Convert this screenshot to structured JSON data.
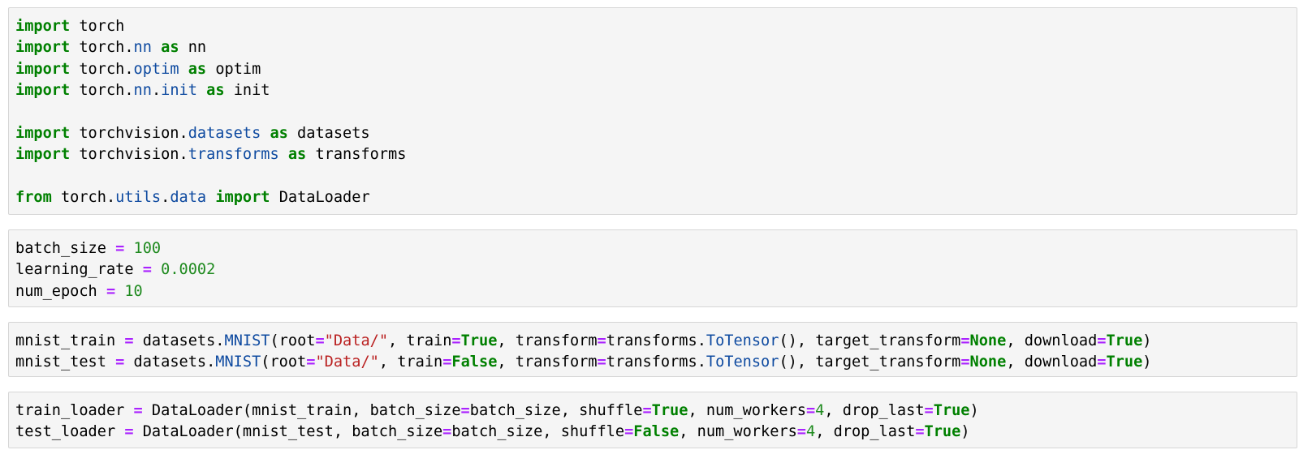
{
  "colors": {
    "cell_background": "#f5f5f5",
    "cell_border": "#d6d6d6",
    "keyword": "#008000",
    "module": "#0e4aa0",
    "operator": "#aa22ff",
    "number": "#1f8a1f",
    "string": "#ba2121",
    "text": "#000000"
  },
  "cells": [
    {
      "lines": [
        [
          [
            "kw",
            "import"
          ],
          [
            "plain",
            " torch"
          ]
        ],
        [
          [
            "kw",
            "import"
          ],
          [
            "plain",
            " torch."
          ],
          [
            "mod",
            "nn"
          ],
          [
            "plain",
            " "
          ],
          [
            "kw",
            "as"
          ],
          [
            "plain",
            " nn"
          ]
        ],
        [
          [
            "kw",
            "import"
          ],
          [
            "plain",
            " torch."
          ],
          [
            "mod",
            "optim"
          ],
          [
            "plain",
            " "
          ],
          [
            "kw",
            "as"
          ],
          [
            "plain",
            " optim"
          ]
        ],
        [
          [
            "kw",
            "import"
          ],
          [
            "plain",
            " torch."
          ],
          [
            "mod",
            "nn"
          ],
          [
            "plain",
            "."
          ],
          [
            "mod",
            "init"
          ],
          [
            "plain",
            " "
          ],
          [
            "kw",
            "as"
          ],
          [
            "plain",
            " init"
          ]
        ],
        [],
        [
          [
            "kw",
            "import"
          ],
          [
            "plain",
            " torchvision."
          ],
          [
            "mod",
            "datasets"
          ],
          [
            "plain",
            " "
          ],
          [
            "kw",
            "as"
          ],
          [
            "plain",
            " datasets"
          ]
        ],
        [
          [
            "kw",
            "import"
          ],
          [
            "plain",
            " torchvision."
          ],
          [
            "mod",
            "transforms"
          ],
          [
            "plain",
            " "
          ],
          [
            "kw",
            "as"
          ],
          [
            "plain",
            " transforms"
          ]
        ],
        [],
        [
          [
            "kw",
            "from"
          ],
          [
            "plain",
            " torch."
          ],
          [
            "mod",
            "utils"
          ],
          [
            "plain",
            "."
          ],
          [
            "mod",
            "data"
          ],
          [
            "plain",
            " "
          ],
          [
            "kw",
            "import"
          ],
          [
            "plain",
            " DataLoader"
          ]
        ]
      ]
    },
    {
      "lines": [
        [
          [
            "plain",
            "batch_size "
          ],
          [
            "op",
            "="
          ],
          [
            "plain",
            " "
          ],
          [
            "num",
            "100"
          ]
        ],
        [
          [
            "plain",
            "learning_rate "
          ],
          [
            "op",
            "="
          ],
          [
            "plain",
            " "
          ],
          [
            "num",
            "0.0002"
          ]
        ],
        [
          [
            "plain",
            "num_epoch "
          ],
          [
            "op",
            "="
          ],
          [
            "plain",
            " "
          ],
          [
            "num",
            "10"
          ]
        ]
      ]
    },
    {
      "lines": [
        [
          [
            "plain",
            "mnist_train "
          ],
          [
            "op",
            "="
          ],
          [
            "plain",
            " datasets."
          ],
          [
            "mod",
            "MNIST"
          ],
          [
            "plain",
            "(root"
          ],
          [
            "op",
            "="
          ],
          [
            "str",
            "\"Data/\""
          ],
          [
            "plain",
            ", train"
          ],
          [
            "op",
            "="
          ],
          [
            "const",
            "True"
          ],
          [
            "plain",
            ", transform"
          ],
          [
            "op",
            "="
          ],
          [
            "plain",
            "transforms."
          ],
          [
            "mod",
            "ToTensor"
          ],
          [
            "plain",
            "(), target_transform"
          ],
          [
            "op",
            "="
          ],
          [
            "const",
            "None"
          ],
          [
            "plain",
            ", download"
          ],
          [
            "op",
            "="
          ],
          [
            "const",
            "True"
          ],
          [
            "plain",
            ")"
          ]
        ],
        [
          [
            "plain",
            "mnist_test "
          ],
          [
            "op",
            "="
          ],
          [
            "plain",
            " datasets."
          ],
          [
            "mod",
            "MNIST"
          ],
          [
            "plain",
            "(root"
          ],
          [
            "op",
            "="
          ],
          [
            "str",
            "\"Data/\""
          ],
          [
            "plain",
            ", train"
          ],
          [
            "op",
            "="
          ],
          [
            "const",
            "False"
          ],
          [
            "plain",
            ", transform"
          ],
          [
            "op",
            "="
          ],
          [
            "plain",
            "transforms."
          ],
          [
            "mod",
            "ToTensor"
          ],
          [
            "plain",
            "(), target_transform"
          ],
          [
            "op",
            "="
          ],
          [
            "const",
            "None"
          ],
          [
            "plain",
            ", download"
          ],
          [
            "op",
            "="
          ],
          [
            "const",
            "True"
          ],
          [
            "plain",
            ")"
          ]
        ]
      ]
    },
    {
      "lines": [
        [
          [
            "plain",
            "train_loader "
          ],
          [
            "op",
            "="
          ],
          [
            "plain",
            " DataLoader(mnist_train, batch_size"
          ],
          [
            "op",
            "="
          ],
          [
            "plain",
            "batch_size, shuffle"
          ],
          [
            "op",
            "="
          ],
          [
            "const",
            "True"
          ],
          [
            "plain",
            ", num_workers"
          ],
          [
            "op",
            "="
          ],
          [
            "num",
            "4"
          ],
          [
            "plain",
            ", drop_last"
          ],
          [
            "op",
            "="
          ],
          [
            "const",
            "True"
          ],
          [
            "plain",
            ")"
          ]
        ],
        [
          [
            "plain",
            "test_loader "
          ],
          [
            "op",
            "="
          ],
          [
            "plain",
            " DataLoader(mnist_test, batch_size"
          ],
          [
            "op",
            "="
          ],
          [
            "plain",
            "batch_size, shuffle"
          ],
          [
            "op",
            "="
          ],
          [
            "const",
            "False"
          ],
          [
            "plain",
            ", num_workers"
          ],
          [
            "op",
            "="
          ],
          [
            "num",
            "4"
          ],
          [
            "plain",
            ", drop_last"
          ],
          [
            "op",
            "="
          ],
          [
            "const",
            "True"
          ],
          [
            "plain",
            ")"
          ]
        ]
      ]
    }
  ]
}
